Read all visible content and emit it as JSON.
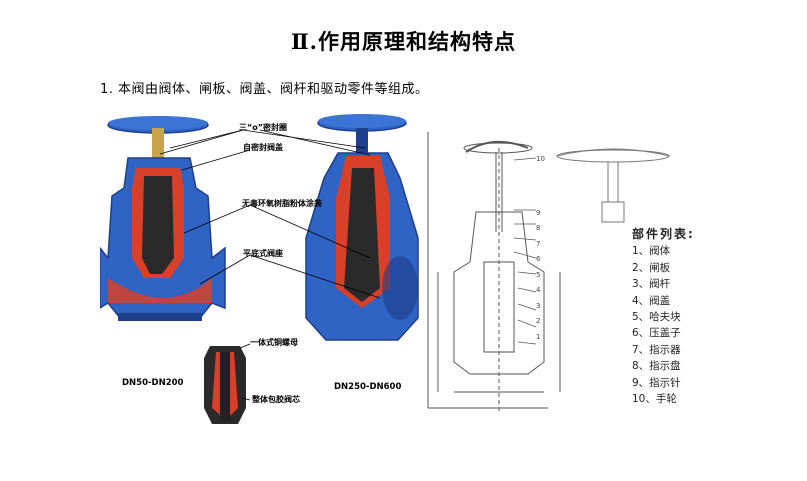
{
  "heading": "Ⅱ.作用原理和结构特点",
  "intro": "1. 本阀由阀体、闸板、阀盖、阀杆和驱动零件等组成。",
  "callouts": {
    "o_ring": "三“o”密封圈",
    "self_seal": "自密封阀盖",
    "coating": "无毒环氧树脂粉体涂装",
    "flat_seat": "平底式阀座",
    "nut": "一体式铜螺母",
    "rubber_core": "整体包胶阀芯"
  },
  "size_labels": {
    "small": "DN50-DN200",
    "large": "DN250-DN600"
  },
  "drawing_numbers": [
    "10",
    "9",
    "8",
    "7",
    "6",
    "5",
    "4",
    "3",
    "2",
    "1"
  ],
  "parts_list": {
    "title": "部件列表:",
    "items": [
      "1、阀体",
      "2、闸板",
      "3、阀杆",
      "4、阀盖",
      "5、哈夫块",
      "6、压盖子",
      "7、指示器",
      "8、指示盘",
      "9、指示针",
      "10、手轮"
    ]
  },
  "colors": {
    "body_blue": "#2f63c4",
    "dark_blue": "#1e3f8a",
    "section_red": "#d8402a",
    "core_dark": "#2a2a2a"
  }
}
